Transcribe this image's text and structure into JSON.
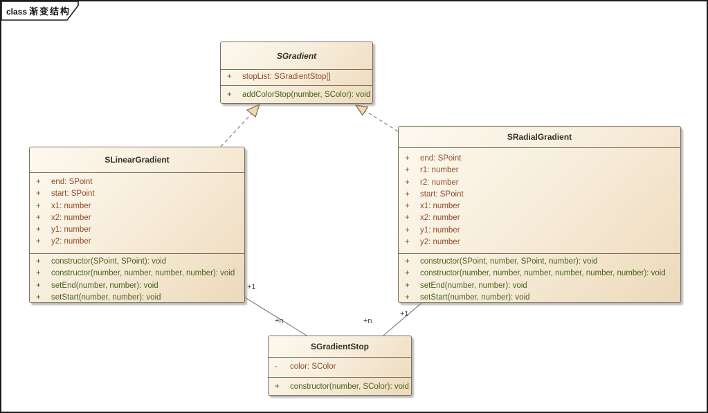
{
  "frame": {
    "keyword": "class",
    "title": "渐变结构"
  },
  "classes": {
    "gradient": {
      "name": "SGradient",
      "abstract": true,
      "attributes": [
        {
          "vis": "+",
          "text": "stopList: SGradientStop[]"
        }
      ],
      "operations": [
        {
          "vis": "+",
          "text": "addColorStop(number, SColor): void"
        }
      ]
    },
    "linear": {
      "name": "SLinearGradient",
      "attributes": [
        {
          "vis": "+",
          "text": "end: SPoint"
        },
        {
          "vis": "+",
          "text": "start: SPoint"
        },
        {
          "vis": "+",
          "text": "x1: number"
        },
        {
          "vis": "+",
          "text": "x2: number"
        },
        {
          "vis": "+",
          "text": "y1: number"
        },
        {
          "vis": "+",
          "text": "y2: number"
        }
      ],
      "operations": [
        {
          "vis": "+",
          "text": "constructor(SPoint, SPoint): void"
        },
        {
          "vis": "+",
          "text": "constructor(number, number, number, number): void"
        },
        {
          "vis": "+",
          "text": "setEnd(number, number): void"
        },
        {
          "vis": "+",
          "text": "setStart(number, number): void"
        }
      ]
    },
    "radial": {
      "name": "SRadialGradient",
      "attributes": [
        {
          "vis": "+",
          "text": "end: SPoint"
        },
        {
          "vis": "+",
          "text": "r1: number"
        },
        {
          "vis": "+",
          "text": "r2: number"
        },
        {
          "vis": "+",
          "text": "start: SPoint"
        },
        {
          "vis": "+",
          "text": "x1: number"
        },
        {
          "vis": "+",
          "text": "x2: number"
        },
        {
          "vis": "+",
          "text": "y1: number"
        },
        {
          "vis": "+",
          "text": "y2: number"
        }
      ],
      "operations": [
        {
          "vis": "+",
          "text": "constructor(SPoint, number, SPoint, number): void"
        },
        {
          "vis": "+",
          "text": "constructor(number, number, number, number, number, number): void"
        },
        {
          "vis": "+",
          "text": "setEnd(number, number): void"
        },
        {
          "vis": "+",
          "text": "setStart(number, number): void"
        }
      ]
    },
    "stop": {
      "name": "SGradientStop",
      "attributes": [
        {
          "vis": "-",
          "text": "color: SColor"
        }
      ],
      "operations": [
        {
          "vis": "+",
          "text": "constructor(number, SColor): void"
        }
      ]
    }
  },
  "connectors": {
    "linear_stop": {
      "source_label": "+1",
      "target_label": "+n"
    },
    "radial_stop": {
      "source_label": "+1",
      "target_label": "+n"
    }
  },
  "colors": {
    "attribute_text": "#8e4d26",
    "operation_text": "#44651c",
    "box_border": "#7d705f",
    "box_fill_light": "#fdf9f0",
    "box_fill_dark": "#ecd9ba",
    "connector_line": "#8a8a8a",
    "arrowhead_fill": "#f2d9ad",
    "arrowhead_border": "#7a6547"
  }
}
